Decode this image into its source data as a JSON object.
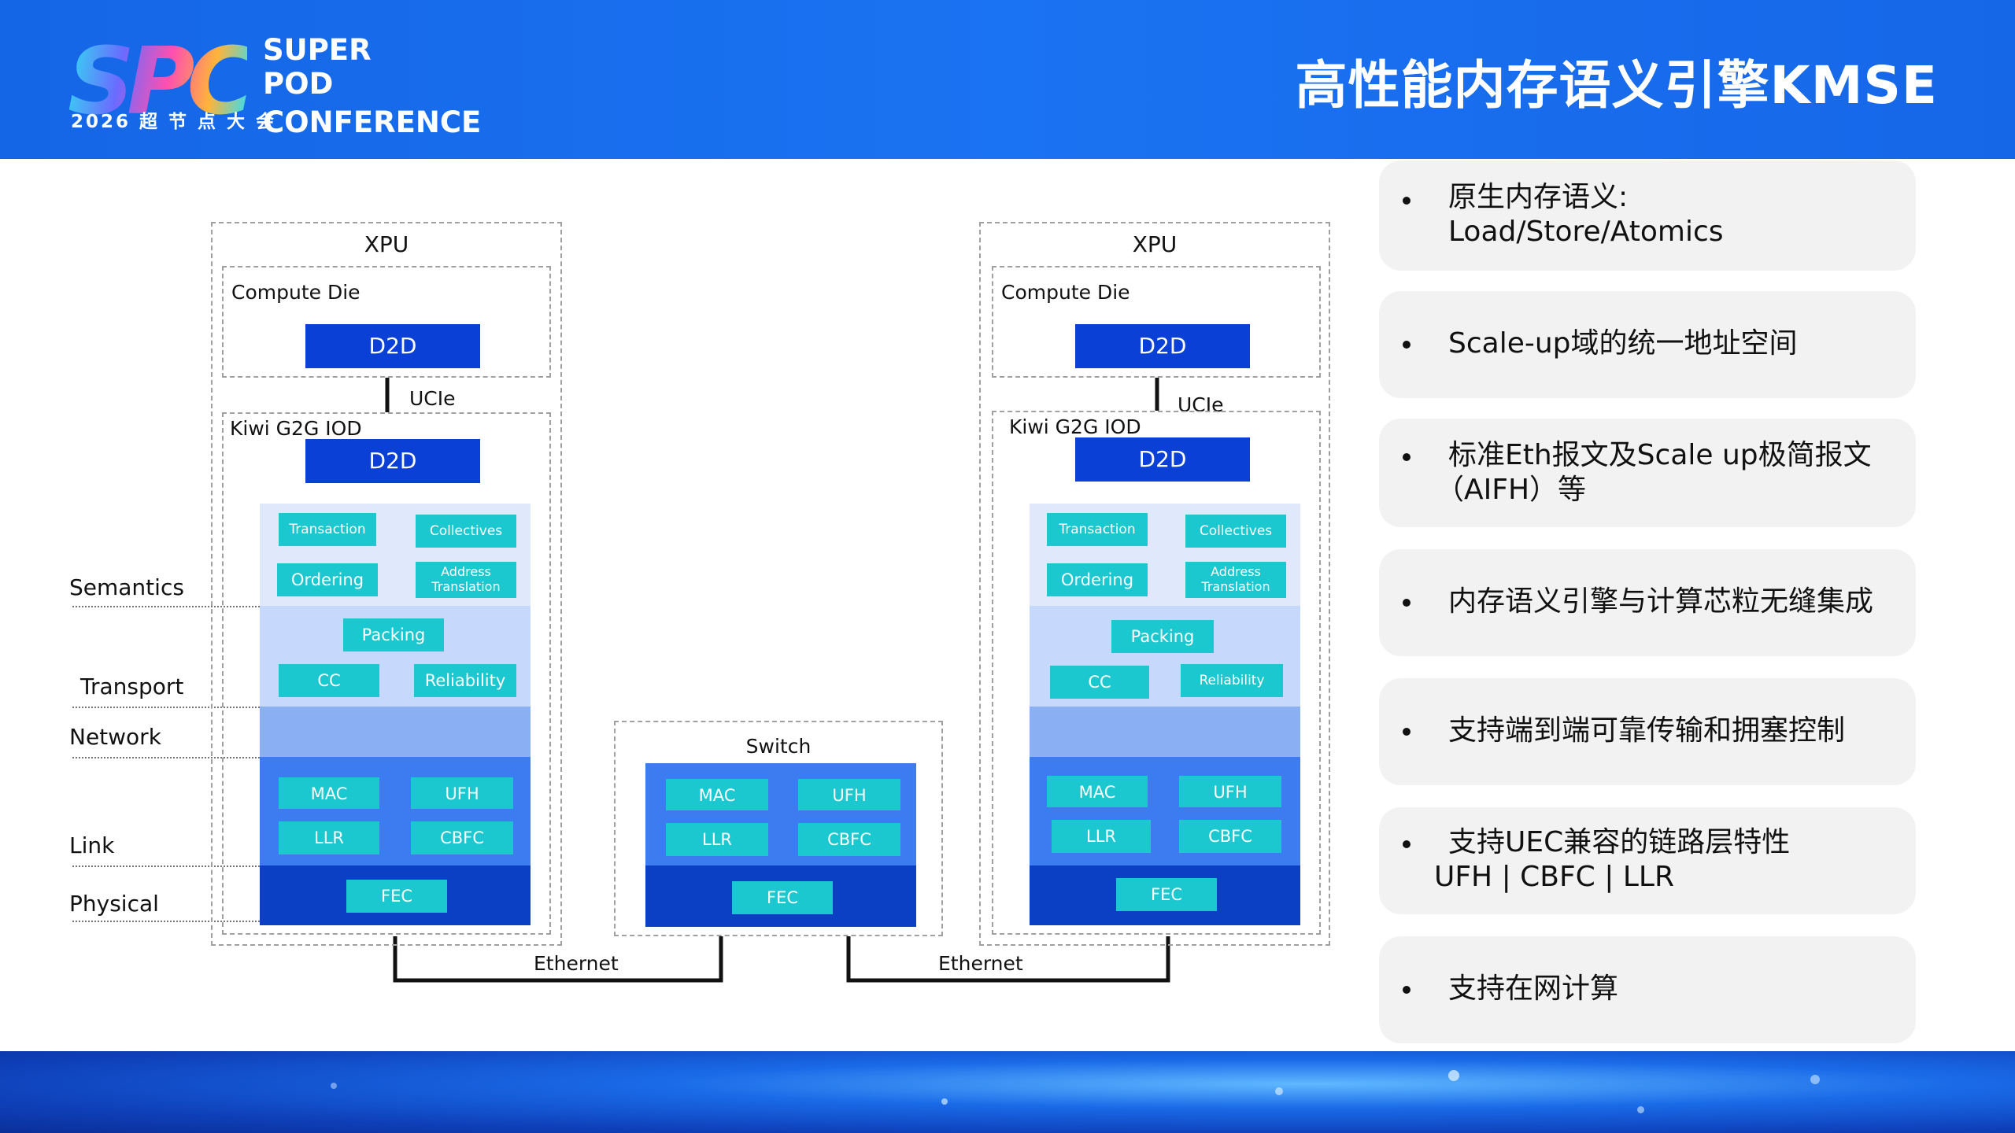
{
  "header": {
    "logo_mark": "SPC",
    "logo_line1": "SUPER",
    "logo_line2": "POD",
    "logo_line3": "CONFERENCE",
    "logo_tag": "2026 超 节 点 大 会",
    "title": "高性能内存语义引擎KMSE"
  },
  "colors": {
    "header_blue": "#1a73f2",
    "d2d_blue": "#0a40d6",
    "chip_teal": "#1bc8cf",
    "band_light": "#dfe9fb",
    "band_mid": "#c6d8fb",
    "band_network": "#8ab0f3",
    "band_link": "#3c7cf0",
    "band_physical": "#0b3fc4",
    "bullet_card": "#f2f2f2"
  },
  "layers": [
    "Semantics",
    "Transport",
    "Network",
    "Link",
    "Physical"
  ],
  "xpu_left": {
    "title": "XPU",
    "compute_die": "Compute Die",
    "d2d_top": "D2D",
    "ucie": "UCIe",
    "iod": "Kiwi G2G IOD",
    "d2d_bottom": "D2D",
    "transaction": "Transaction",
    "collectives": "Collectives",
    "ordering": "Ordering",
    "address_line1": "Address",
    "address_line2": "Translation",
    "packing": "Packing",
    "cc": "CC",
    "reliability": "Reliability",
    "mac": "MAC",
    "ufh": "UFH",
    "llr": "LLR",
    "cbfc": "CBFC",
    "fec": "FEC"
  },
  "xpu_right": {
    "title": "XPU",
    "compute_die": "Compute Die",
    "d2d_top": "D2D",
    "ucie": "UCIe",
    "iod": "Kiwi G2G IOD",
    "d2d_bottom": "D2D",
    "transaction": "Transaction",
    "collectives": "Collectives",
    "ordering": "Ordering",
    "address_line1": "Address",
    "address_line2": "Translation",
    "packing": "Packing",
    "cc": "CC",
    "reliability": "Reliability",
    "mac": "MAC",
    "ufh": "UFH",
    "llr": "LLR",
    "cbfc": "CBFC",
    "fec": "FEC"
  },
  "switch": {
    "title": "Switch",
    "mac": "MAC",
    "ufh": "UFH",
    "llr": "LLR",
    "cbfc": "CBFC",
    "fec": "FEC"
  },
  "links": {
    "ethernet_left": "Ethernet",
    "ethernet_right": "Ethernet"
  },
  "bullets": [
    {
      "line1": "原生内存语义:",
      "line2": "Load/Store/Atomics"
    },
    {
      "line1": "Scale-up域的统一地址空间",
      "line2": ""
    },
    {
      "line1": "标准Eth报文及Scale up极简报文",
      "line2": "（AIFH）等"
    },
    {
      "line1": "内存语义引擎与计算芯粒无缝集成",
      "line2": ""
    },
    {
      "line1": "支持端到端可靠传输和拥塞控制",
      "line2": ""
    },
    {
      "line1": "支持UEC兼容的链路层特性",
      "line2": "UFH | CBFC | LLR"
    },
    {
      "line1": "支持在网计算",
      "line2": ""
    }
  ]
}
